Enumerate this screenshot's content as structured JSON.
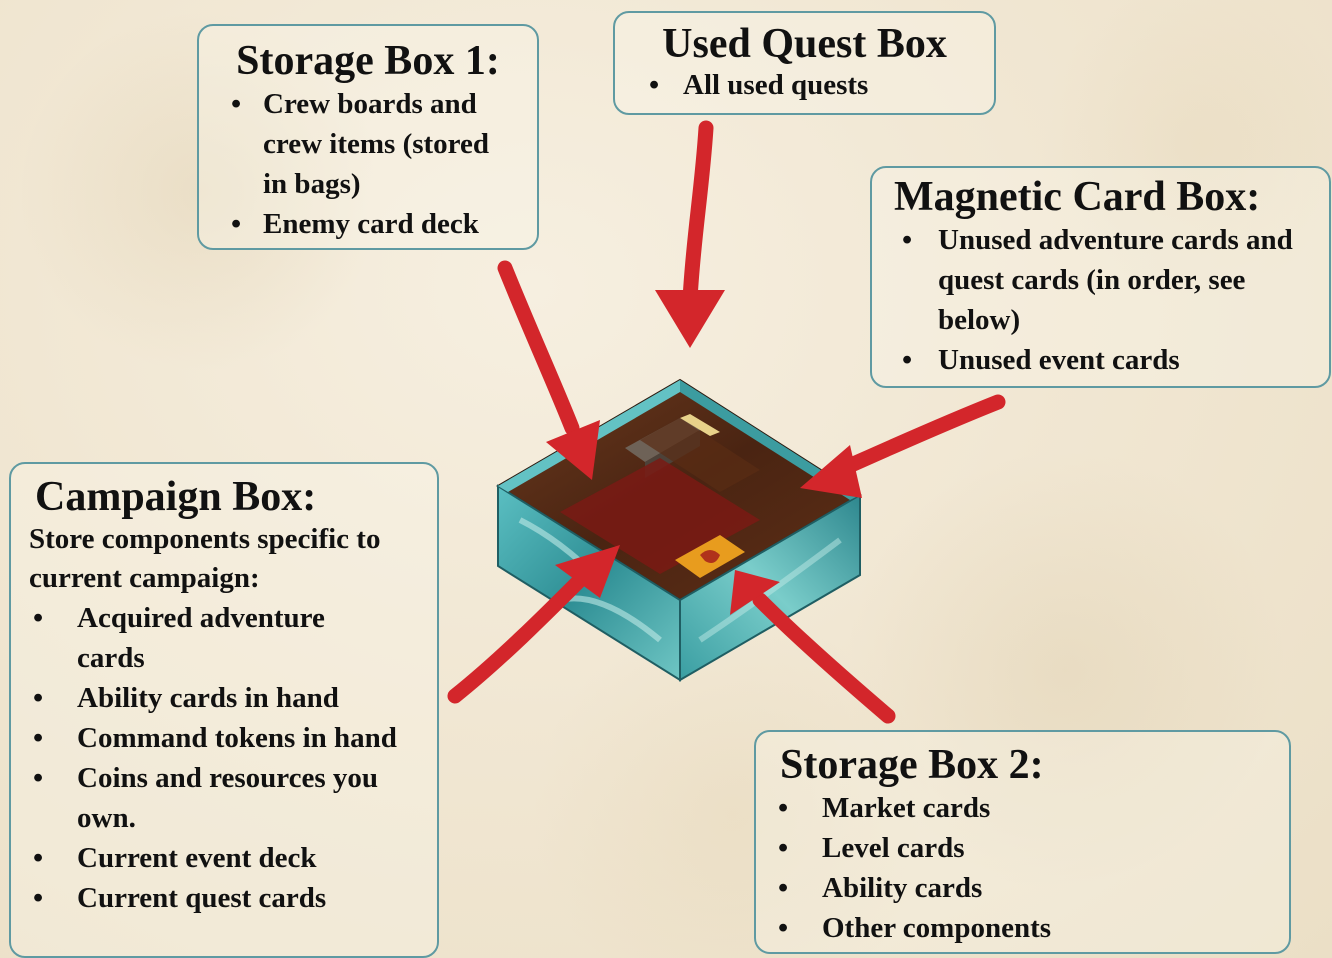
{
  "colors": {
    "border": "#5f9aa2",
    "arrow": "#d3262b",
    "box_teal": "#3fa3a8",
    "parchment": "#f1e7d3"
  },
  "storage_box_1": {
    "title": "Storage Box 1:",
    "items": [
      "Crew boards and crew items (stored in bags)",
      "Enemy card deck"
    ]
  },
  "used_quest_box": {
    "title": "Used Quest Box",
    "items": [
      "All used quests"
    ]
  },
  "magnetic_card_box": {
    "title": "Magnetic Card Box:",
    "items": [
      "Unused adventure cards and quest cards (in order, see below)",
      "Unused event cards"
    ]
  },
  "campaign_box": {
    "title": "Campaign Box:",
    "intro": "Store components specific to current campaign:",
    "items": [
      "Acquired adventure cards",
      "Ability cards in hand",
      "Command tokens in hand",
      "Coins and resources you own.",
      "Current event deck",
      "Current quest cards"
    ]
  },
  "storage_box_2": {
    "title": "Storage Box 2:",
    "items": [
      "Market cards",
      "Level cards",
      "Ability cards",
      "Other components"
    ]
  },
  "bullet_symbol": "•"
}
